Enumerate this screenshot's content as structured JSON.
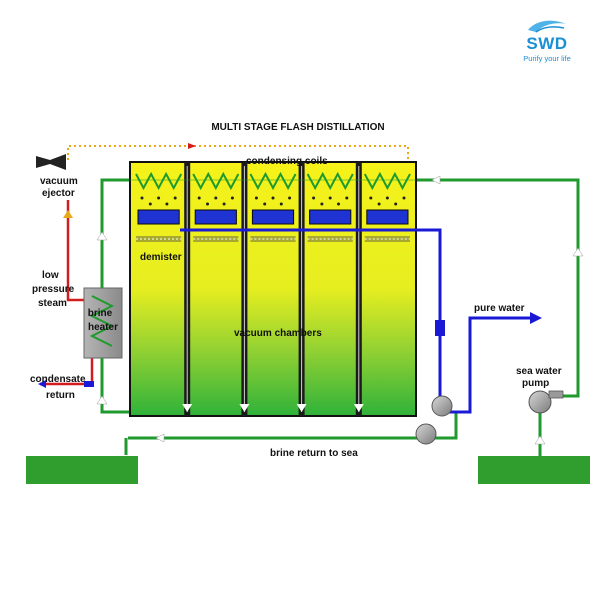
{
  "logo": {
    "name": "SWD",
    "tagline": "Purify your life"
  },
  "diagram": {
    "title": "MULTI STAGE FLASH DISTILLATION",
    "labels": {
      "condensing_coils": "condensing coils",
      "demister": "demister",
      "vacuum_chambers": "vacuum chambers",
      "vacuum_ejector_line1": "vacuum",
      "vacuum_ejector_line2": "ejector",
      "low_pressure_steam_line1": "low",
      "low_pressure_steam_line2": "pressure",
      "low_pressure_steam_line3": "steam",
      "brine_heater_line1": "brine",
      "brine_heater_line2": "heater",
      "condensate_return_line1": "condensate",
      "condensate_return_line2": "return",
      "pure_water": "pure water",
      "sea_water_pump_line1": "sea water",
      "sea_water_pump_line2": "pump",
      "brine_return": "brine return to sea"
    },
    "stage_count": 5,
    "colors": {
      "seawater_pipe": "#1f9a2e",
      "pure_water_pipe": "#1a1ad6",
      "steam_pipe": "#d11d1d",
      "vacuum_line": "#e8a81a",
      "chamber_top": "#f6f21a",
      "chamber_bottom": "#33b53a",
      "collector_tray": "#1e33d1",
      "heater_body": "#9a9a9a",
      "ground": "#2f9e2f",
      "brand": "#1b8fd6"
    }
  }
}
